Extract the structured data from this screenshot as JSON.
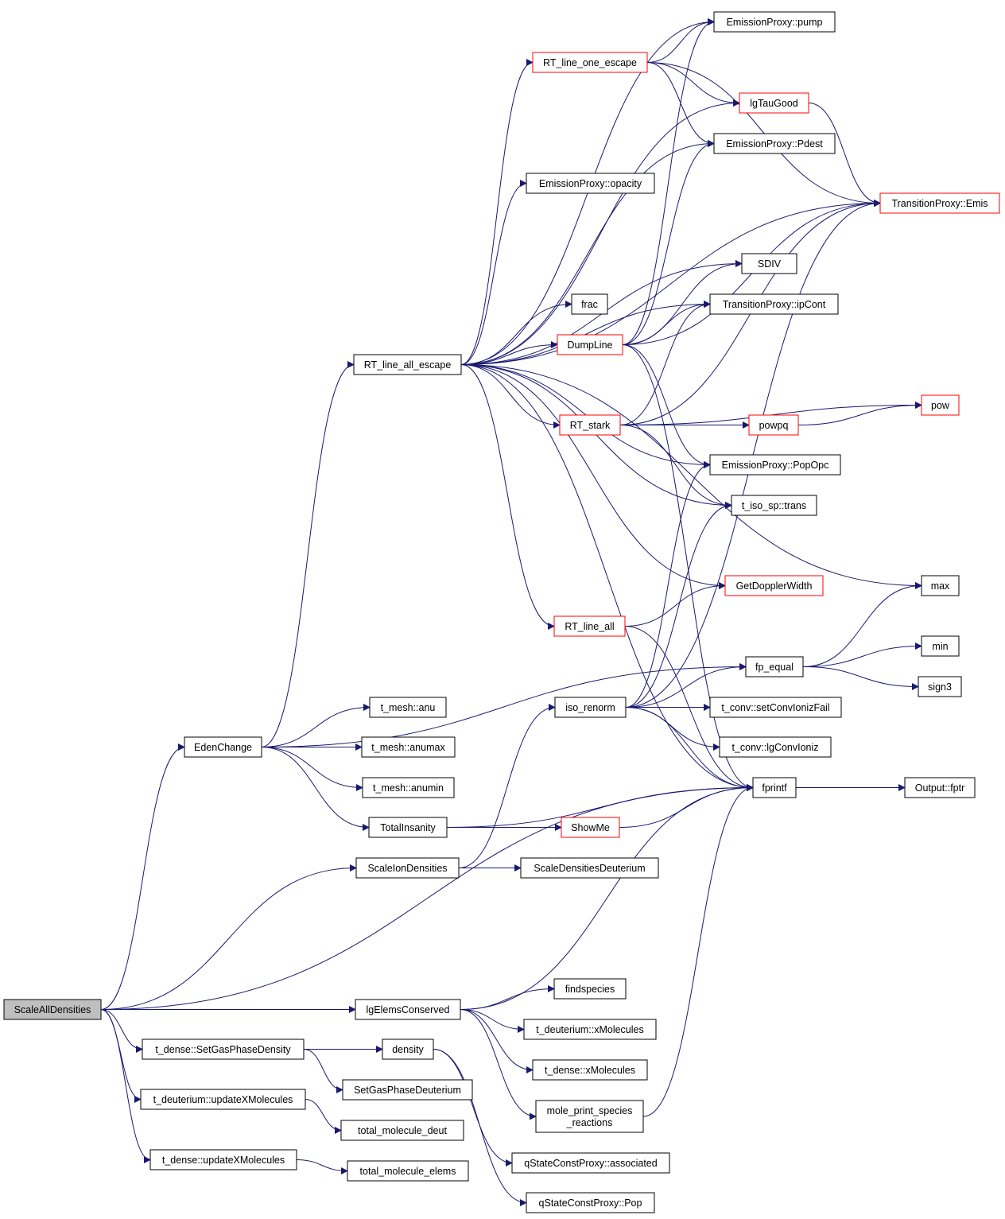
{
  "colors": {
    "edge": "#191970",
    "border_normal": "#000000",
    "border_truncated": "#ff0000",
    "root_fill": "#bfbfbf",
    "node_fill": "#ffffff"
  },
  "nodes": {
    "scale_all_densities": {
      "label": "ScaleAllDensities",
      "kind": "root"
    },
    "eden_change": {
      "label": "EdenChange",
      "kind": "normal"
    },
    "rt_line_all_escape": {
      "label": "RT_line_all_escape",
      "kind": "normal"
    },
    "emission_proxy_pump": {
      "label": "EmissionProxy::pump",
      "kind": "normal"
    },
    "rt_line_one_escape": {
      "label": "RT_line_one_escape",
      "kind": "truncated"
    },
    "lg_tau_good": {
      "label": "lgTauGood",
      "kind": "truncated"
    },
    "emission_proxy_pdest": {
      "label": "EmissionProxy::Pdest",
      "kind": "normal"
    },
    "emission_proxy_opacity": {
      "label": "EmissionProxy::opacity",
      "kind": "normal"
    },
    "transition_proxy_emis": {
      "label": "TransitionProxy::Emis",
      "kind": "truncated"
    },
    "sdiv": {
      "label": "SDIV",
      "kind": "normal"
    },
    "frac": {
      "label": "frac",
      "kind": "normal"
    },
    "transition_proxy_ipcont": {
      "label": "TransitionProxy::ipCont",
      "kind": "normal"
    },
    "dump_line": {
      "label": "DumpLine",
      "kind": "truncated"
    },
    "rt_stark": {
      "label": "RT_stark",
      "kind": "truncated"
    },
    "pow": {
      "label": "pow",
      "kind": "truncated"
    },
    "powpq": {
      "label": "powpq",
      "kind": "truncated"
    },
    "emission_proxy_popopc": {
      "label": "EmissionProxy::PopOpc",
      "kind": "normal"
    },
    "t_iso_sp_trans": {
      "label": "t_iso_sp::trans",
      "kind": "normal"
    },
    "max": {
      "label": "max",
      "kind": "normal"
    },
    "get_doppler_width": {
      "label": "GetDopplerWidth",
      "kind": "truncated"
    },
    "rt_line_all": {
      "label": "RT_line_all",
      "kind": "truncated"
    },
    "fp_equal": {
      "label": "fp_equal",
      "kind": "normal"
    },
    "min": {
      "label": "min",
      "kind": "normal"
    },
    "sign3": {
      "label": "sign3",
      "kind": "normal"
    },
    "t_mesh_anu": {
      "label": "t_mesh::anu",
      "kind": "normal"
    },
    "iso_renorm": {
      "label": "iso_renorm",
      "kind": "normal"
    },
    "t_conv_set_conv_ioniz_fail": {
      "label": "t_conv::setConvIonizFail",
      "kind": "normal"
    },
    "t_mesh_anumax": {
      "label": "t_mesh::anumax",
      "kind": "normal"
    },
    "t_conv_lg_conv_ioniz": {
      "label": "t_conv::lgConvIoniz",
      "kind": "normal"
    },
    "t_mesh_anumin": {
      "label": "t_mesh::anumin",
      "kind": "normal"
    },
    "fprintf": {
      "label": "fprintf",
      "kind": "normal"
    },
    "output_fptr": {
      "label": "Output::fptr",
      "kind": "normal"
    },
    "total_insanity": {
      "label": "TotalInsanity",
      "kind": "normal"
    },
    "show_me": {
      "label": "ShowMe",
      "kind": "truncated"
    },
    "scale_ion_densities": {
      "label": "ScaleIonDensities",
      "kind": "normal"
    },
    "scale_densities_deuterium": {
      "label": "ScaleDensitiesDeuterium",
      "kind": "normal"
    },
    "findspecies": {
      "label": "findspecies",
      "kind": "normal"
    },
    "lg_elems_conserved": {
      "label": "lgElemsConserved",
      "kind": "normal"
    },
    "t_deuterium_xmolecules": {
      "label": "t_deuterium::xMolecules",
      "kind": "normal"
    },
    "t_dense_set_gas_phase_density": {
      "label": "t_dense::SetGasPhaseDensity",
      "kind": "normal"
    },
    "density": {
      "label": "density",
      "kind": "normal"
    },
    "t_dense_xmolecules": {
      "label": "t_dense::xMolecules",
      "kind": "normal"
    },
    "set_gas_phase_deuterium": {
      "label": "SetGasPhaseDeuterium",
      "kind": "normal"
    },
    "t_deuterium_update_xmolecules": {
      "label": "t_deuterium::updateXMolecules",
      "kind": "normal"
    },
    "mole_print_species_reactions": {
      "label": "mole_print_species\n_reactions",
      "kind": "normal"
    },
    "total_molecule_deut": {
      "label": "total_molecule_deut",
      "kind": "normal"
    },
    "t_dense_update_xmolecules": {
      "label": "t_dense::updateXMolecules",
      "kind": "normal"
    },
    "total_molecule_elems": {
      "label": "total_molecule_elems",
      "kind": "normal"
    },
    "q_state_const_proxy_associated": {
      "label": "qStateConstProxy::associated",
      "kind": "normal"
    },
    "q_state_const_proxy_pop": {
      "label": "qStateConstProxy::Pop",
      "kind": "normal"
    }
  },
  "edges": [
    [
      "scale_all_densities",
      "eden_change"
    ],
    [
      "scale_all_densities",
      "scale_ion_densities"
    ],
    [
      "scale_all_densities",
      "fprintf"
    ],
    [
      "scale_all_densities",
      "lg_elems_conserved"
    ],
    [
      "scale_all_densities",
      "t_dense_set_gas_phase_density"
    ],
    [
      "scale_all_densities",
      "t_deuterium_update_xmolecules"
    ],
    [
      "scale_all_densities",
      "t_dense_update_xmolecules"
    ],
    [
      "eden_change",
      "rt_line_all_escape"
    ],
    [
      "eden_change",
      "fp_equal"
    ],
    [
      "eden_change",
      "t_mesh_anu"
    ],
    [
      "eden_change",
      "t_mesh_anumax"
    ],
    [
      "eden_change",
      "t_mesh_anumin"
    ],
    [
      "eden_change",
      "total_insanity"
    ],
    [
      "rt_line_all_escape",
      "emission_proxy_pump"
    ],
    [
      "rt_line_all_escape",
      "rt_line_one_escape"
    ],
    [
      "rt_line_all_escape",
      "lg_tau_good"
    ],
    [
      "rt_line_all_escape",
      "emission_proxy_pdest"
    ],
    [
      "rt_line_all_escape",
      "emission_proxy_opacity"
    ],
    [
      "rt_line_all_escape",
      "transition_proxy_emis"
    ],
    [
      "rt_line_all_escape",
      "sdiv"
    ],
    [
      "rt_line_all_escape",
      "frac"
    ],
    [
      "rt_line_all_escape",
      "dump_line"
    ],
    [
      "rt_line_all_escape",
      "transition_proxy_ipcont"
    ],
    [
      "rt_line_all_escape",
      "rt_stark"
    ],
    [
      "rt_line_all_escape",
      "emission_proxy_popopc"
    ],
    [
      "rt_line_all_escape",
      "t_iso_sp_trans"
    ],
    [
      "rt_line_all_escape",
      "max"
    ],
    [
      "rt_line_all_escape",
      "get_doppler_width"
    ],
    [
      "rt_line_all_escape",
      "rt_line_all"
    ],
    [
      "rt_line_all_escape",
      "fprintf"
    ],
    [
      "rt_line_one_escape",
      "emission_proxy_pump"
    ],
    [
      "rt_line_one_escape",
      "lg_tau_good"
    ],
    [
      "rt_line_one_escape",
      "emission_proxy_pdest"
    ],
    [
      "rt_line_one_escape",
      "transition_proxy_emis"
    ],
    [
      "lg_tau_good",
      "transition_proxy_emis"
    ],
    [
      "dump_line",
      "emission_proxy_pump"
    ],
    [
      "dump_line",
      "emission_proxy_pdest"
    ],
    [
      "dump_line",
      "transition_proxy_emis"
    ],
    [
      "dump_line",
      "sdiv"
    ],
    [
      "dump_line",
      "transition_proxy_ipcont"
    ],
    [
      "dump_line",
      "emission_proxy_popopc"
    ],
    [
      "dump_line",
      "fprintf"
    ],
    [
      "rt_stark",
      "transition_proxy_emis"
    ],
    [
      "rt_stark",
      "transition_proxy_ipcont"
    ],
    [
      "rt_stark",
      "pow"
    ],
    [
      "rt_stark",
      "powpq"
    ],
    [
      "rt_stark",
      "t_iso_sp_trans"
    ],
    [
      "powpq",
      "pow"
    ],
    [
      "rt_line_all",
      "get_doppler_width"
    ],
    [
      "rt_line_all",
      "fprintf"
    ],
    [
      "fp_equal",
      "max"
    ],
    [
      "fp_equal",
      "min"
    ],
    [
      "fp_equal",
      "sign3"
    ],
    [
      "iso_renorm",
      "transition_proxy_emis"
    ],
    [
      "iso_renorm",
      "emission_proxy_popopc"
    ],
    [
      "iso_renorm",
      "t_iso_sp_trans"
    ],
    [
      "iso_renorm",
      "fp_equal"
    ],
    [
      "iso_renorm",
      "t_conv_set_conv_ioniz_fail"
    ],
    [
      "iso_renorm",
      "t_conv_lg_conv_ioniz"
    ],
    [
      "iso_renorm",
      "fprintf"
    ],
    [
      "fprintf",
      "output_fptr"
    ],
    [
      "total_insanity",
      "fprintf"
    ],
    [
      "total_insanity",
      "show_me"
    ],
    [
      "show_me",
      "fprintf"
    ],
    [
      "scale_ion_densities",
      "iso_renorm"
    ],
    [
      "scale_ion_densities",
      "scale_densities_deuterium"
    ],
    [
      "lg_elems_conserved",
      "fprintf"
    ],
    [
      "lg_elems_conserved",
      "findspecies"
    ],
    [
      "lg_elems_conserved",
      "t_deuterium_xmolecules"
    ],
    [
      "lg_elems_conserved",
      "t_dense_xmolecules"
    ],
    [
      "lg_elems_conserved",
      "mole_print_species_reactions"
    ],
    [
      "mole_print_species_reactions",
      "fprintf"
    ],
    [
      "t_dense_set_gas_phase_density",
      "density"
    ],
    [
      "t_dense_set_gas_phase_density",
      "set_gas_phase_deuterium"
    ],
    [
      "density",
      "q_state_const_proxy_associated"
    ],
    [
      "density",
      "q_state_const_proxy_pop"
    ],
    [
      "t_deuterium_update_xmolecules",
      "total_molecule_deut"
    ],
    [
      "t_dense_update_xmolecules",
      "total_molecule_elems"
    ]
  ]
}
